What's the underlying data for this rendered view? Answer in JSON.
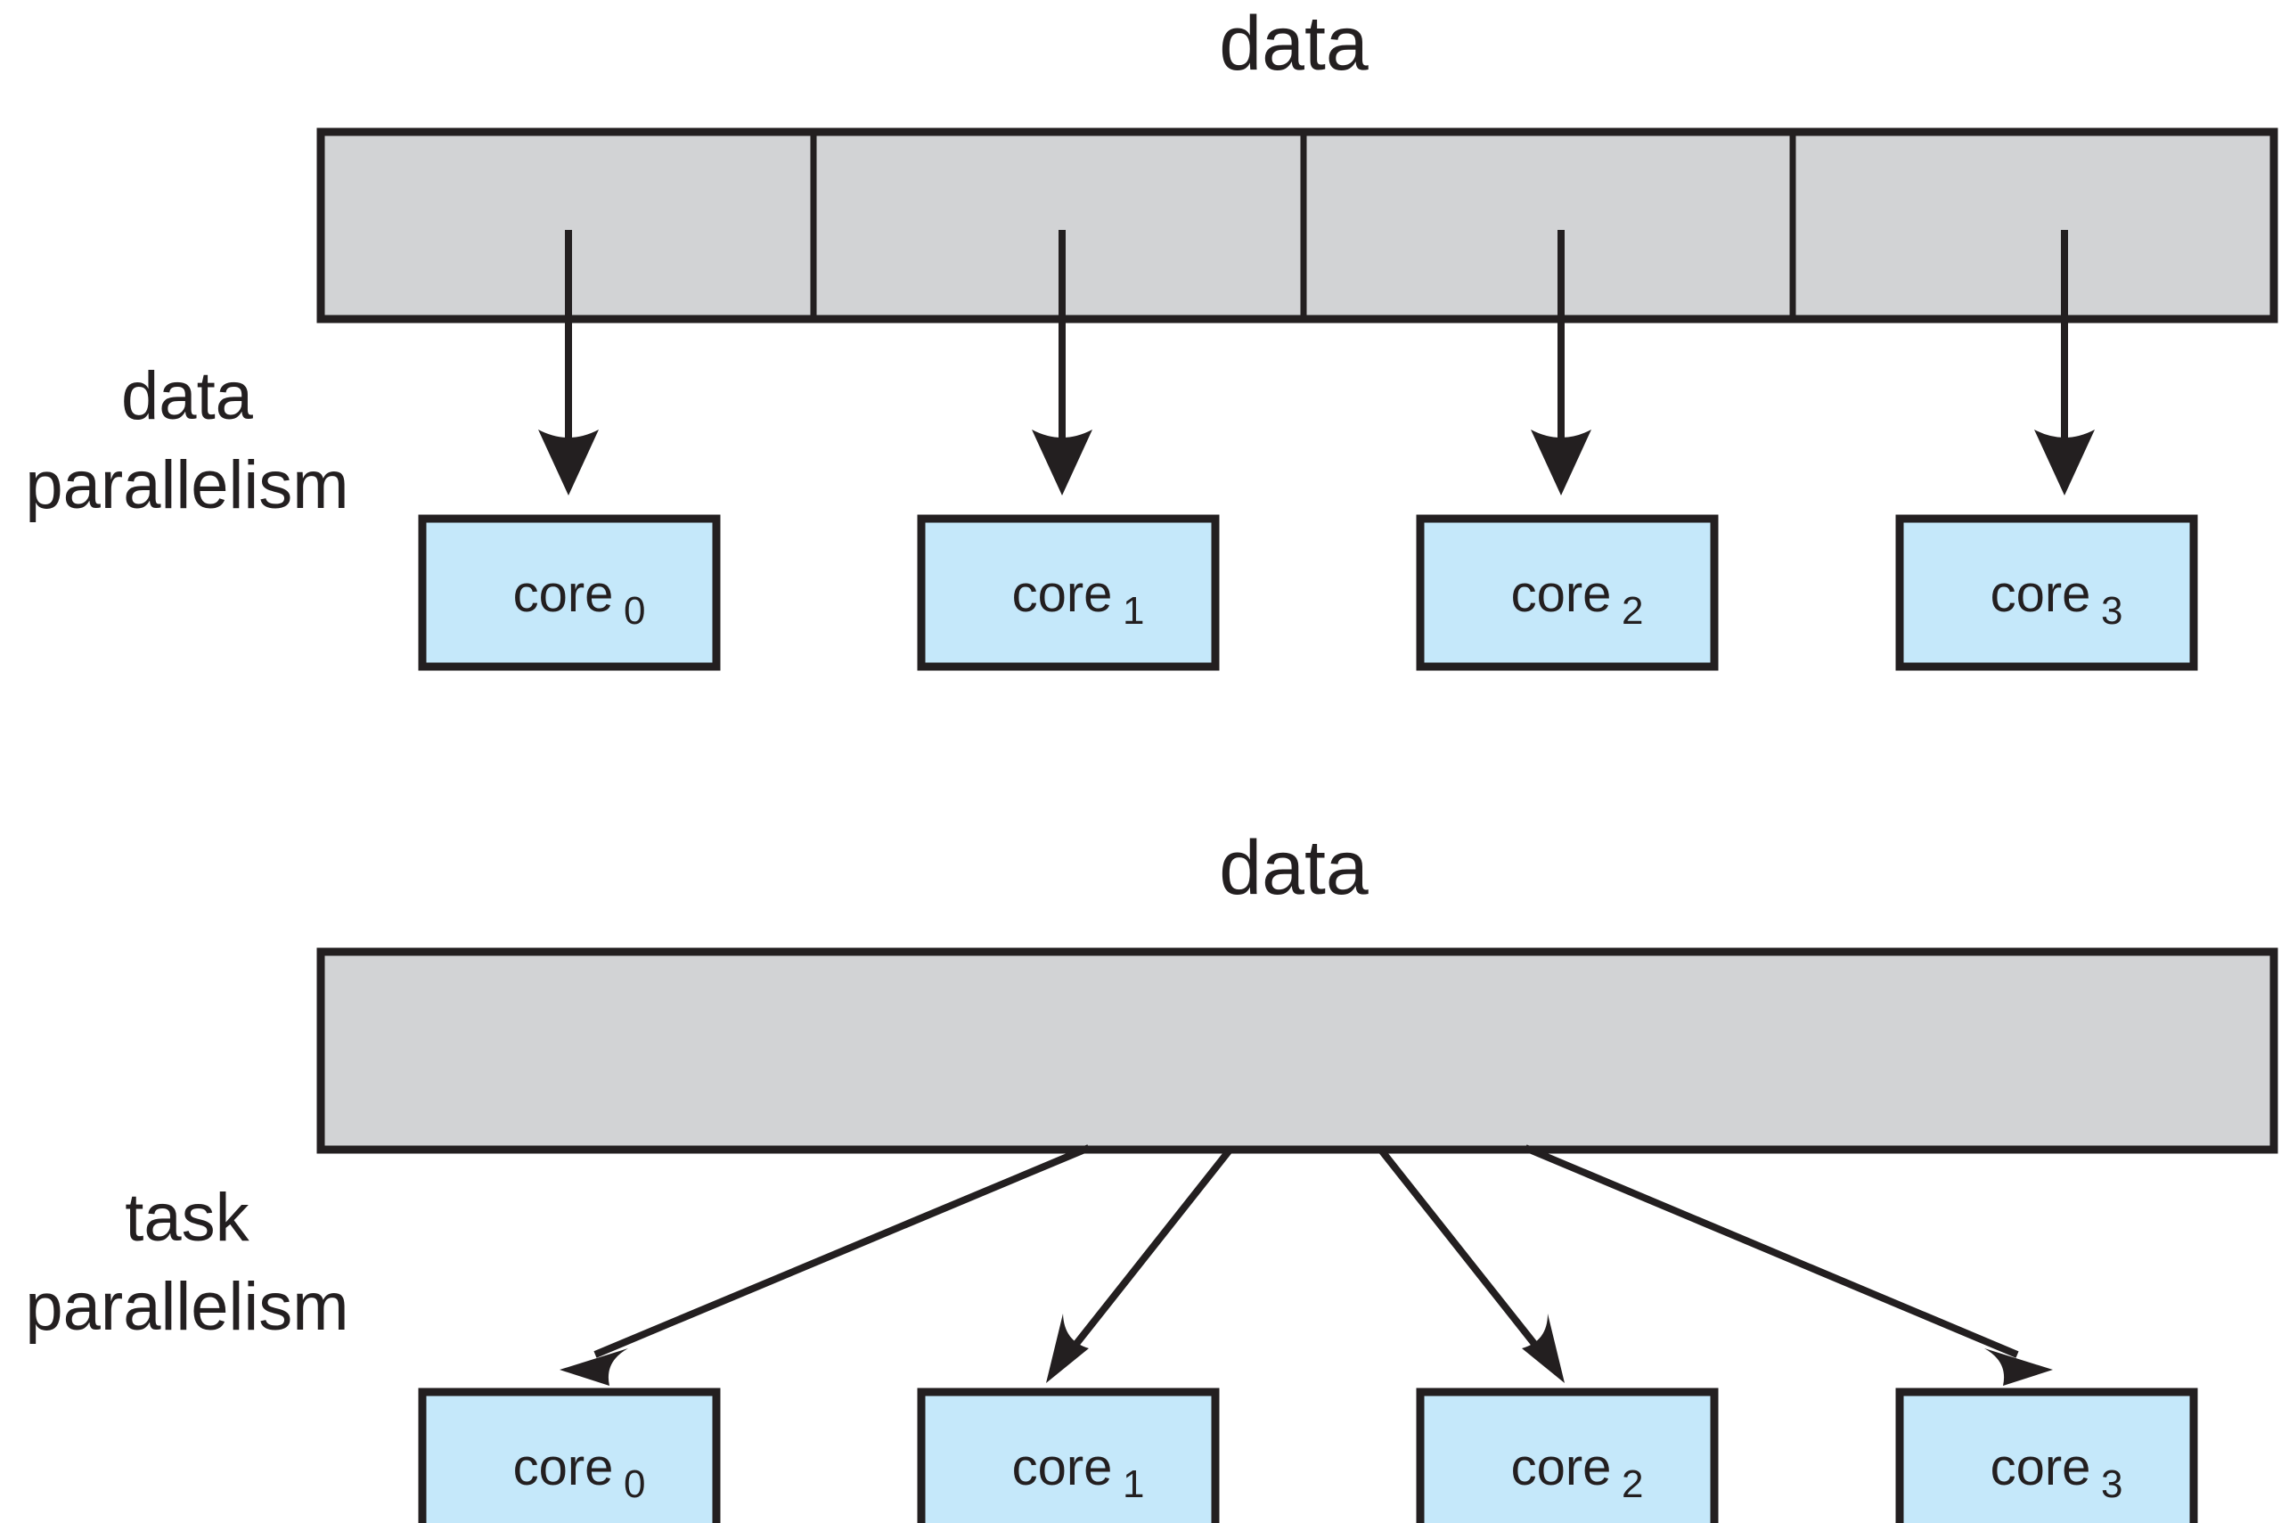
{
  "figure": {
    "background_color": "#ffffff",
    "stroke_color": "#231f20",
    "data_bar_color": "#d2d3d5",
    "core_box_color": "#c5e8fa"
  },
  "sections": [
    {
      "id": "data-parallelism",
      "title": "data",
      "side_label_line1": "data",
      "side_label_line2": "parallelism",
      "bar": {
        "segments": 4,
        "split": true
      },
      "arrows": {
        "style": "vertical",
        "count": 4
      },
      "cores": [
        {
          "name": "core",
          "index": "0"
        },
        {
          "name": "core",
          "index": "1"
        },
        {
          "name": "core",
          "index": "2"
        },
        {
          "name": "core",
          "index": "3"
        }
      ]
    },
    {
      "id": "task-parallelism",
      "title": "data",
      "side_label_line1": "task",
      "side_label_line2": "parallelism",
      "bar": {
        "segments": 1,
        "split": false
      },
      "arrows": {
        "style": "fan-out",
        "count": 4
      },
      "cores": [
        {
          "name": "core",
          "index": "0"
        },
        {
          "name": "core",
          "index": "1"
        },
        {
          "name": "core",
          "index": "2"
        },
        {
          "name": "core",
          "index": "3"
        }
      ]
    }
  ]
}
